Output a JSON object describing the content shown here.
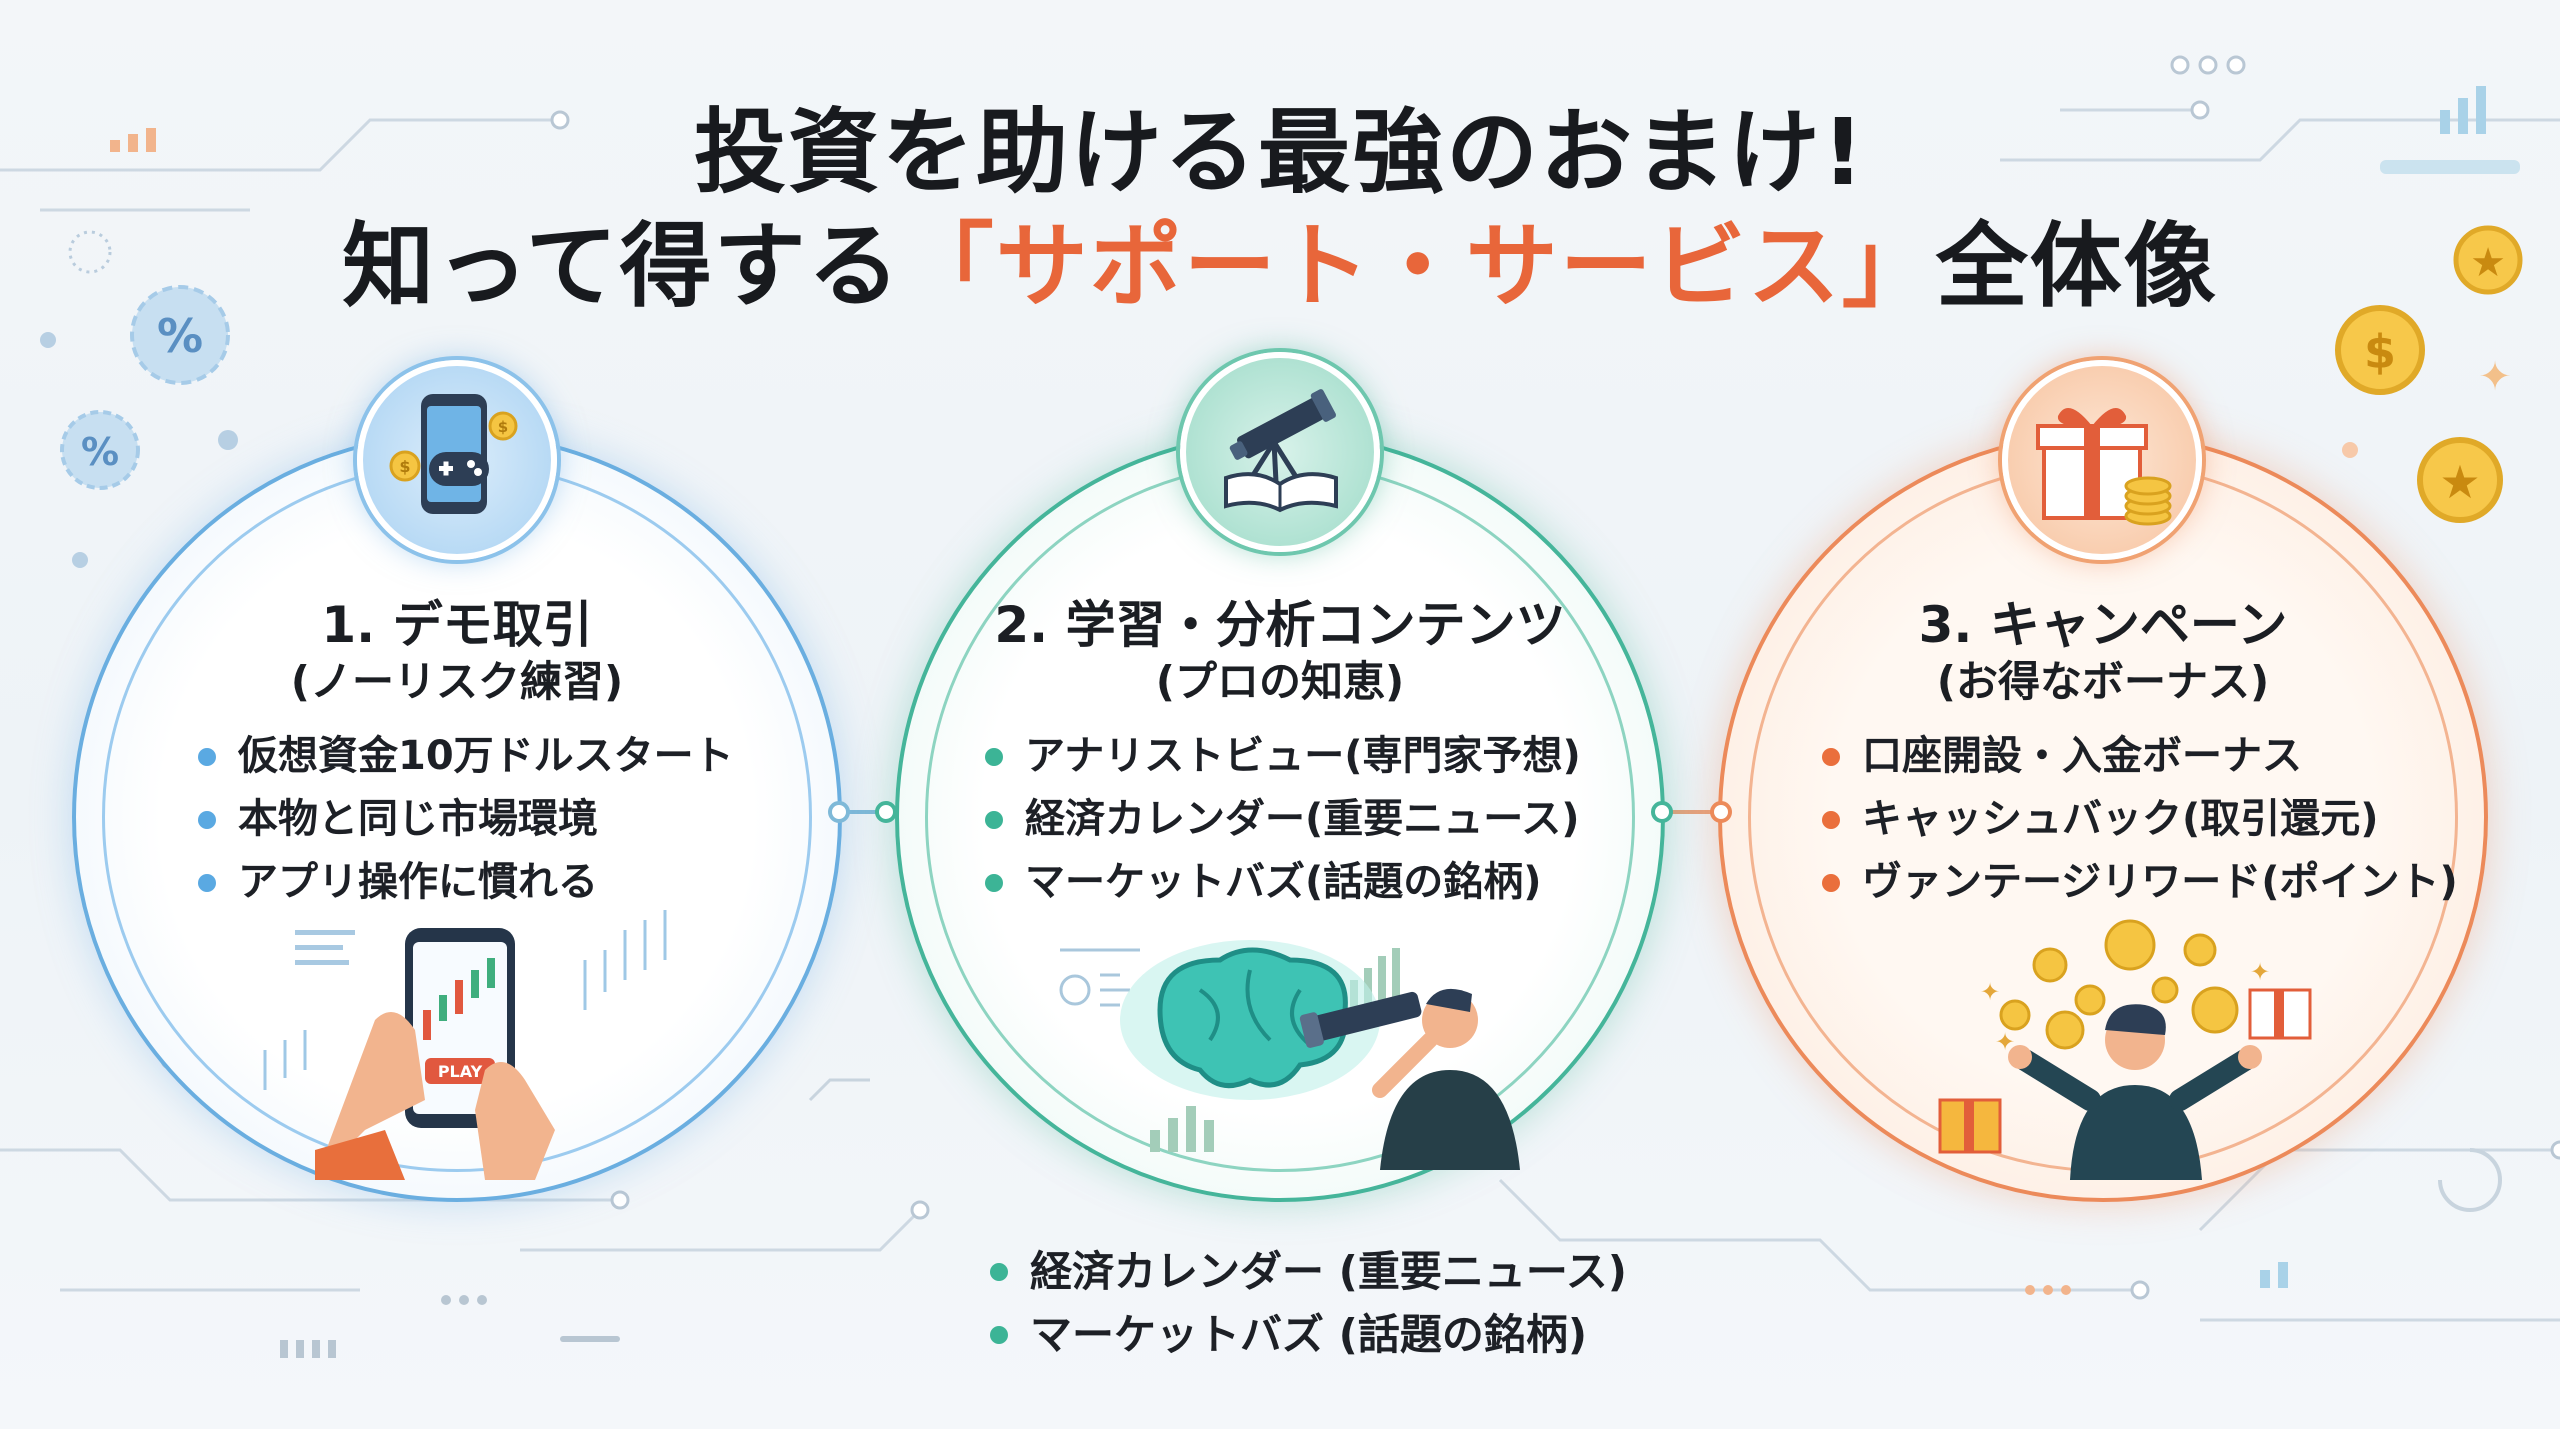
{
  "title_line1": "投資を助ける最強のおまけ!",
  "title_line2_pre": "知って得する",
  "title_line2_highlight": "「サポート・サービス」",
  "title_line2_post": "全体像",
  "colors": {
    "blue": "#5aa9e2",
    "green": "#3cb496",
    "orange": "#ea6f3c",
    "highlight": "#e8663a"
  },
  "cards": [
    {
      "title": "1. デモ取引",
      "subtitle": "(ノーリスク練習)",
      "icon": "phone-gamepad-icon",
      "items": [
        "仮想資金10万ドルスタート",
        "本物と同じ市場環境",
        "アプリ操作に慣れる"
      ],
      "illustration_text": "PLAY"
    },
    {
      "title": "2. 学習・分析コンテンツ",
      "subtitle": "(プロの知恵)",
      "icon": "telescope-book-icon",
      "items": [
        "アナリストビュー(専門家予想)",
        "経済カレンダー(重要ニュース)",
        "マーケットバズ(話題の銘柄)"
      ]
    },
    {
      "title": "3. キャンペーン",
      "subtitle": "(お得なボーナス)",
      "icon": "gift-coins-icon",
      "items": [
        "口座開設・入金ボーナス",
        "キャッシュバック(取引還元)",
        "ヴァンテージリワード(ポイント)"
      ]
    }
  ],
  "bottom_items": [
    "経済カレンダー (重要ニュース)",
    "マーケットバズ (話題の銘柄)"
  ]
}
